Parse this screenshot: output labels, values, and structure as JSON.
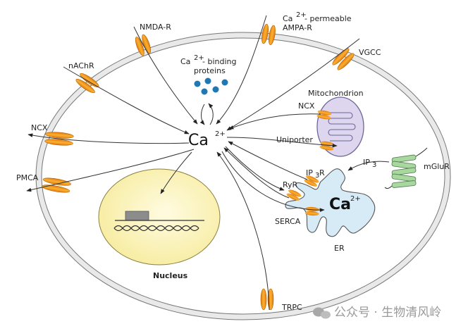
{
  "diagram": {
    "title": "Intracellular Ca2+ signaling",
    "center": {
      "ion": "Ca",
      "charge": "2+"
    },
    "binding_proteins": {
      "line1_prefix": "Ca",
      "line1_sup": "2+",
      "line1_suffix": "- binding",
      "line2": "proteins"
    },
    "membrane_channels": {
      "nmda": "NMDA-R",
      "nachr": "nAChR",
      "ncx": "NCX",
      "pmca": "PMCA",
      "ampa_line1_prefix": "Ca",
      "ampa_line1_sup": "2+",
      "ampa_line1_suffix": "- permeable",
      "ampa_line2": "AMPA-R",
      "vgcc": "VGCC",
      "trpc": "TRPC",
      "mglur": "mGluR"
    },
    "mitochondrion": {
      "label": "Mitochondrion",
      "ncx": "NCX",
      "uniporter": "Uniporter"
    },
    "er": {
      "label": "ER",
      "ip3r_prefix": "IP",
      "ip3r_sub": "3",
      "ip3r_suffix": "R",
      "ryr": "RyR",
      "serca": "SERCA",
      "ion": "Ca",
      "charge": "2+"
    },
    "ip3": {
      "prefix": "IP",
      "sub": "3"
    },
    "nucleus": {
      "label": "Nucleus"
    },
    "watermark": {
      "text": "公众号 · 生物清风岭"
    }
  },
  "colors": {
    "channel": "#f0a020",
    "membrane": "#e6e6e6",
    "nucleus": "#fbf3b0",
    "mitochondrion": "#ddd6ee",
    "er": "#d7ebf7",
    "mglur": "#a8d8a0",
    "protein_dot": "#1f78b4"
  }
}
